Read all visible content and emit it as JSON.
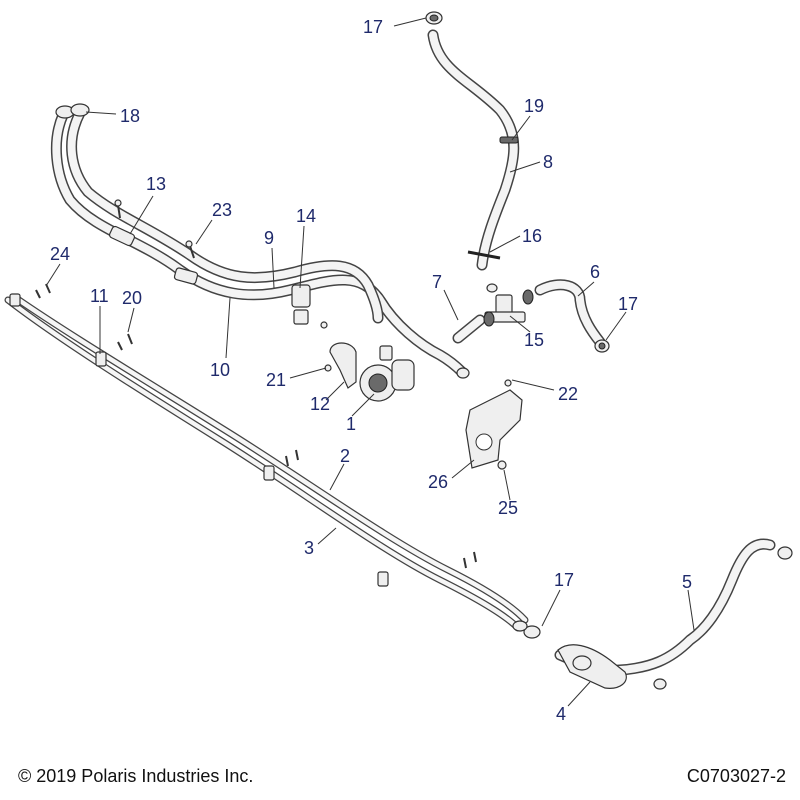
{
  "callouts": [
    {
      "id": "17a",
      "label": "17"
    },
    {
      "id": "18",
      "label": "18"
    },
    {
      "id": "19",
      "label": "19"
    },
    {
      "id": "8",
      "label": "8"
    },
    {
      "id": "13",
      "label": "13"
    },
    {
      "id": "23",
      "label": "23"
    },
    {
      "id": "14",
      "label": "14"
    },
    {
      "id": "9",
      "label": "9"
    },
    {
      "id": "16",
      "label": "16"
    },
    {
      "id": "24",
      "label": "24"
    },
    {
      "id": "7",
      "label": "7"
    },
    {
      "id": "6",
      "label": "6"
    },
    {
      "id": "11",
      "label": "11"
    },
    {
      "id": "20",
      "label": "20"
    },
    {
      "id": "17b",
      "label": "17"
    },
    {
      "id": "15",
      "label": "15"
    },
    {
      "id": "10",
      "label": "10"
    },
    {
      "id": "21",
      "label": "21"
    },
    {
      "id": "22",
      "label": "22"
    },
    {
      "id": "12",
      "label": "12"
    },
    {
      "id": "1",
      "label": "1"
    },
    {
      "id": "2",
      "label": "2"
    },
    {
      "id": "26",
      "label": "26"
    },
    {
      "id": "25",
      "label": "25"
    },
    {
      "id": "3",
      "label": "3"
    },
    {
      "id": "17c",
      "label": "17"
    },
    {
      "id": "5",
      "label": "5"
    },
    {
      "id": "4",
      "label": "4"
    }
  ],
  "footer": {
    "copyright": "© 2019 Polaris Industries Inc.",
    "drawing_id": "C0703027-2"
  }
}
